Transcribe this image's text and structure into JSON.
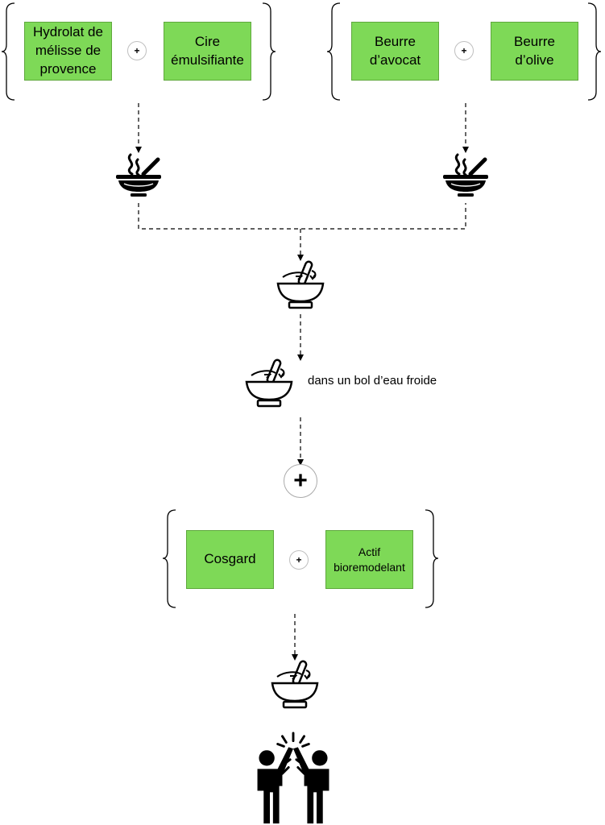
{
  "group_1": {
    "item_a": "Hydrolat de mélisse de provence",
    "item_b": "Cire émulsifiante",
    "plus": "+"
  },
  "group_2": {
    "item_a": "Beurre d’avocat",
    "item_b": "Beurre d’olive",
    "plus": "+"
  },
  "step_cold_bowl_note": "dans un bol d’eau froide",
  "big_plus": "+",
  "group_3": {
    "item_a": "Cosgard",
    "item_b": "Actif bioremodelant",
    "plus": "+"
  },
  "icons": {
    "heat_bowl": "steaming-bowl-icon",
    "mix_bowl": "mortar-mixing-icon",
    "celebrate": "high-five-icon"
  },
  "colors": {
    "ingredient_box": "#7ed957",
    "lines": "#000000"
  }
}
